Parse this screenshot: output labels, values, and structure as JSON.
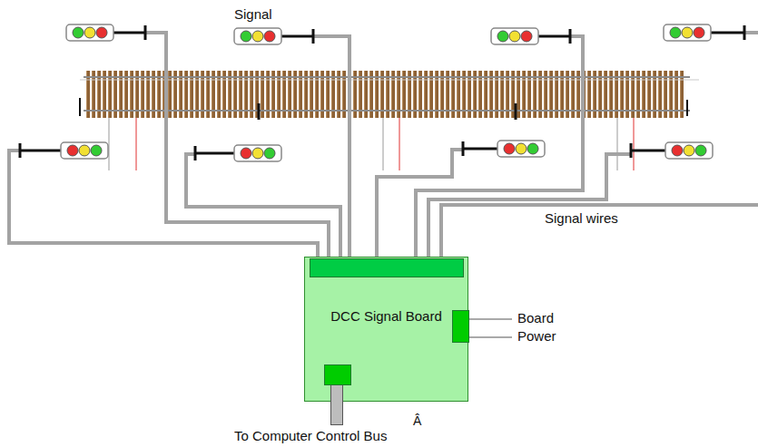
{
  "diagram": {
    "nodes": [
      {
        "text": [
          "DCC Signal Board"
        ]
      }
    ],
    "labels": [
      "Signal",
      "Signal wires",
      "Board Power",
      "To Computer Control Bus",
      "Â"
    ]
  }
}
